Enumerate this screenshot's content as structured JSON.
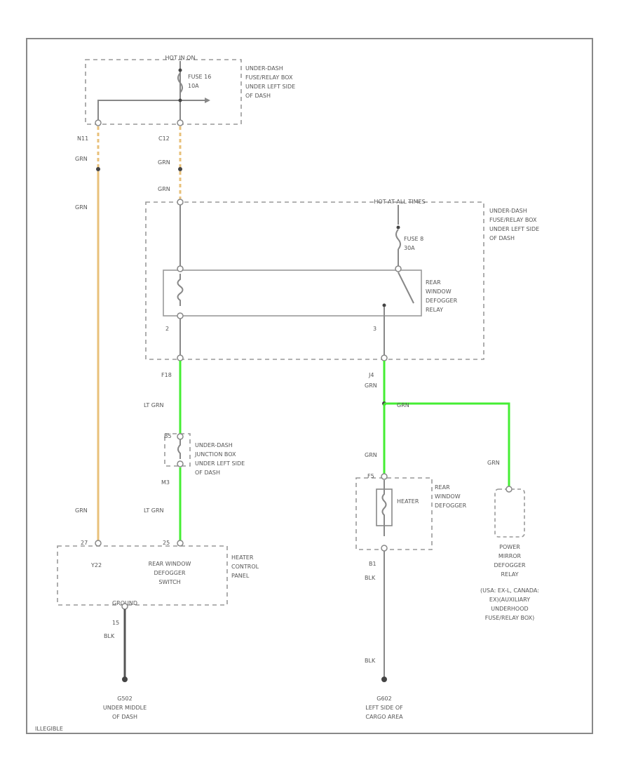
{
  "border_id": "ILLEGIBLE",
  "top_box": {
    "power_label": "HOT IN ON",
    "fuse_label": "FUSE 16",
    "fuse_rating": "10A",
    "location": [
      "UNDER-DASH",
      "FUSE/RELAY BOX",
      "UNDER LEFT SIDE",
      "OF DASH"
    ],
    "left_pin": "N11",
    "right_pin": "C12"
  },
  "wires": {
    "left_top": "GRN",
    "left_mid": "GRN",
    "left_bottom": "GRN",
    "mid_top": "GRN",
    "mid_entry": "GRN",
    "relay_left_pin": "2",
    "relay_right_pin": "3",
    "f18": "F18",
    "lt_grn_1": "LT GRN",
    "lt_grn_2": "LT GRN",
    "junction_pin_top": "B5",
    "junction_pin_bottom": "M3",
    "right_pin": "J4",
    "right_grn_1": "GRN",
    "right_grn_splice": "GRN",
    "right_grn_2": "GRN",
    "right_grn_3": "GRN",
    "heater_pin_bottom": "B1",
    "blk_1": "BLK",
    "blk_2": "BLK",
    "left_gnd_pin": "15",
    "left_gnd_color": "BLK"
  },
  "relay_box": {
    "power_label": "HOT AT ALL TIMES",
    "fuse_label": "FUSE 8",
    "fuse_rating": "30A",
    "location": [
      "UNDER-DASH",
      "FUSE/RELAY BOX",
      "UNDER LEFT SIDE",
      "OF DASH"
    ],
    "relay_label": [
      "REAR",
      "WINDOW",
      "DEFOGGER",
      "RELAY"
    ]
  },
  "junction_box": {
    "location": [
      "UNDER-DASH",
      "JUNCTION BOX",
      "UNDER LEFT SIDE",
      "OF DASH"
    ]
  },
  "heater_panel": {
    "left_pin": "27",
    "left_label": "Y22",
    "switch_pin": "25",
    "switch_label": [
      "REAR WINDOW",
      "DEFOGGER",
      "SWITCH"
    ],
    "panel_label": [
      "HEATER",
      "CONTROL",
      "PANEL"
    ],
    "ground_label": "GROUND"
  },
  "defogger": {
    "heater_label": "HEATER",
    "pin_top": "F5",
    "label": [
      "REAR",
      "WINDOW",
      "DEFOGGER"
    ]
  },
  "mirror_relay": {
    "label": [
      "POWER",
      "MIRROR",
      "DEFOGGER",
      "RELAY",
      "(USA: EX-L, CANADA:",
      "EX)(AUXILIARY",
      "UNDERHOOD",
      "FUSE/RELAY BOX)"
    ]
  },
  "grounds": {
    "left": [
      "G502",
      "UNDER MIDDLE",
      "OF DASH"
    ],
    "right": [
      "G602",
      "LEFT SIDE OF",
      "CARGO AREA"
    ]
  },
  "colors": {
    "green_wire": "#44ee33",
    "tan_wire": "#e8c07a",
    "gray_wire": "#888888"
  }
}
